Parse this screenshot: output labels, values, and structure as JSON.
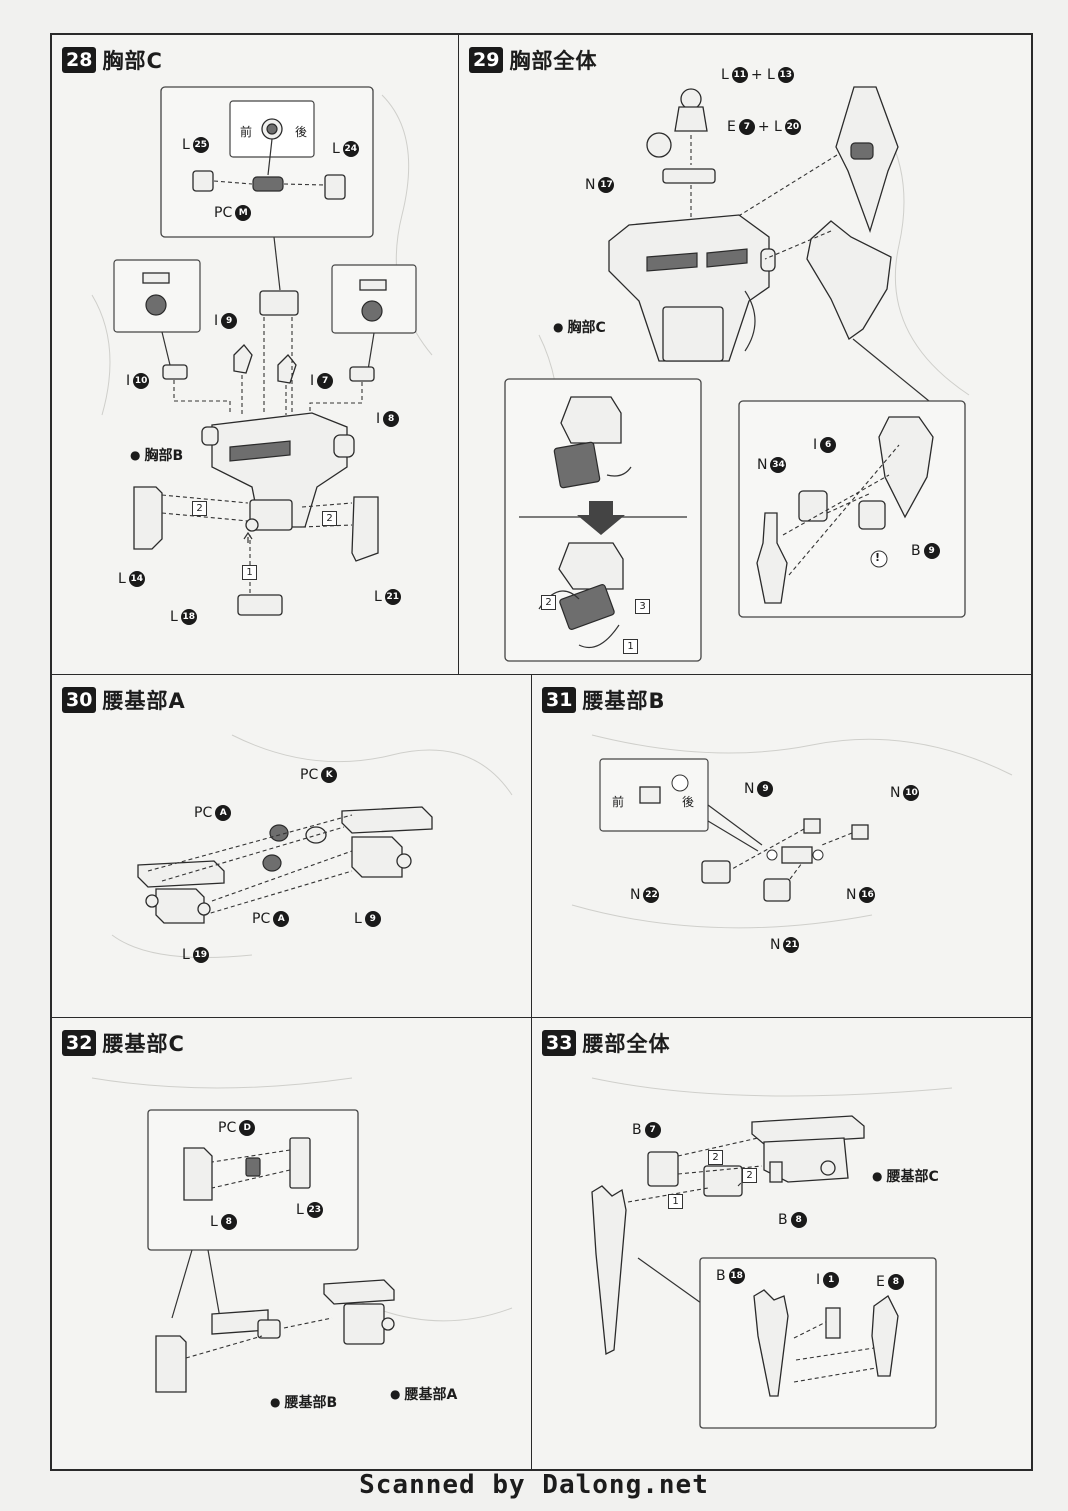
{
  "steps": {
    "s28": {
      "num": "28",
      "title": "胸部C",
      "labels": {
        "l25": "L",
        "n25": "25",
        "l24": "L",
        "n24": "24",
        "pcm": "PC",
        "npcm": "M",
        "front": "前",
        "back": "後",
        "i9": "I",
        "ni9": "9",
        "i10": "I",
        "ni10": "10",
        "i7": "I",
        "ni7": "7",
        "i8": "I",
        "ni8": "8",
        "chestb": "胸部B",
        "l14": "L",
        "nl14": "14",
        "l21": "L",
        "nl21": "21",
        "l18": "L",
        "nl18": "18"
      },
      "steps": [
        "2",
        "2",
        "1"
      ]
    },
    "s29": {
      "num": "29",
      "title": "胸部全体",
      "labels": {
        "l11": "L",
        "nl11": "11",
        "plus1": "+ L",
        "nl13": "13",
        "e7": "E",
        "ne7": "7",
        "plus2": "+ L",
        "nl20": "20",
        "n17": "N",
        "nn17": "17",
        "chestc": "胸部C",
        "i6": "I",
        "ni6": "6",
        "n34": "N",
        "nn34": "34",
        "b9": "B",
        "nb9": "9",
        "warn": "!"
      },
      "steps": [
        "2",
        "3",
        "1"
      ]
    },
    "s30": {
      "num": "30",
      "title": "腰基部A",
      "labels": {
        "pck": "PC",
        "npck": "K",
        "pca1": "PC",
        "npca1": "A",
        "pca2": "PC",
        "npca2": "A",
        "l9": "L",
        "nl9": "9",
        "l19": "L",
        "nl19": "19"
      }
    },
    "s31": {
      "num": "31",
      "title": "腰基部B",
      "labels": {
        "front": "前",
        "back": "後",
        "n9": "N",
        "nn9": "9",
        "n10": "N",
        "nn10": "10",
        "n22": "N",
        "nn22": "22",
        "n16": "N",
        "nn16": "16",
        "n21": "N",
        "nn21": "21"
      }
    },
    "s32": {
      "num": "32",
      "title": "腰基部C",
      "labels": {
        "pcd": "PC",
        "npcd": "D",
        "l8": "L",
        "nl8": "8",
        "l23": "L",
        "nl23": "23",
        "waistb": "腰基部B",
        "waista": "腰基部A"
      }
    },
    "s33": {
      "num": "33",
      "title": "腰部全体",
      "labels": {
        "b7": "B",
        "nb7": "7",
        "b8": "B",
        "nb8": "8",
        "waistc": "腰基部C",
        "b18": "B",
        "nb18": "18",
        "i1": "I",
        "ni1": "1",
        "e8": "E",
        "ne8": "8"
      },
      "steps": [
        "2",
        "2",
        "1"
      ]
    }
  },
  "footer": "Scanned by Dalong.net"
}
